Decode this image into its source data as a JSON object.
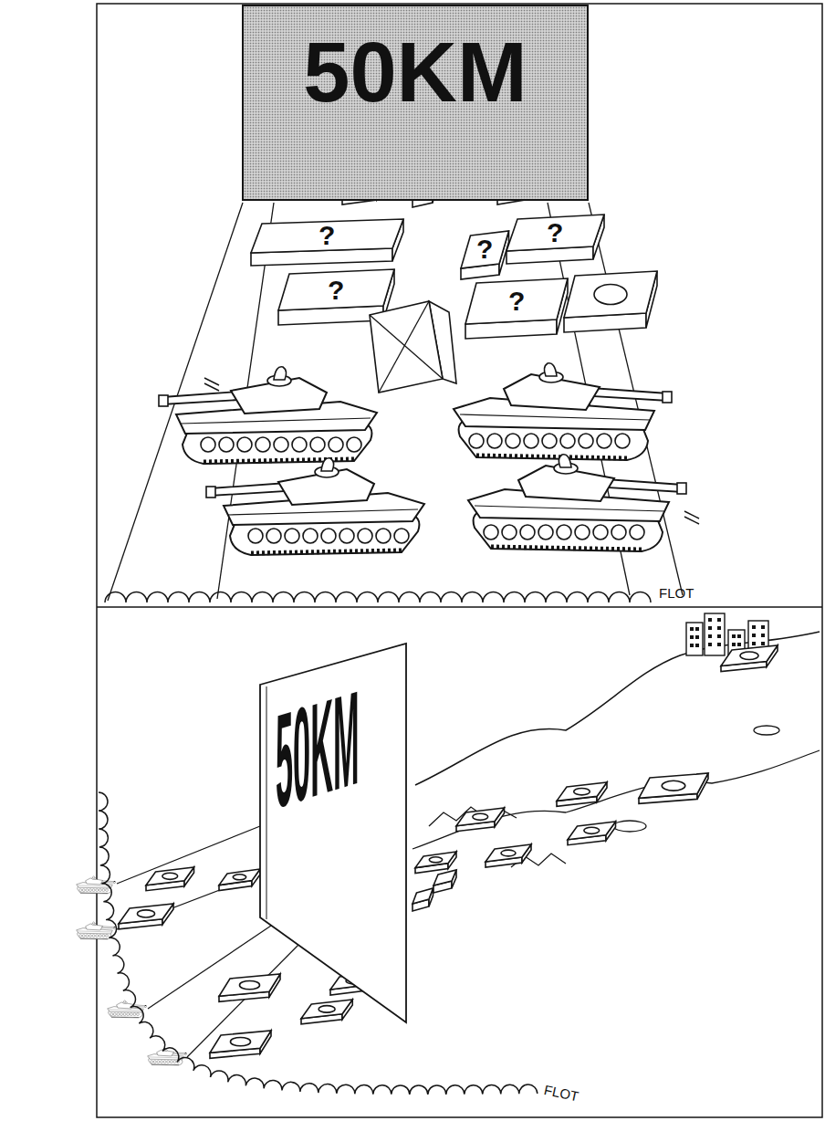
{
  "diagram": {
    "nodes": [
      {
        "text": [
          "50KM"
        ]
      },
      {
        "text": [
          "50KM"
        ]
      }
    ],
    "labels": [
      "?",
      "?",
      "?",
      "?",
      "?",
      "FLOT",
      "FLOT"
    ]
  }
}
